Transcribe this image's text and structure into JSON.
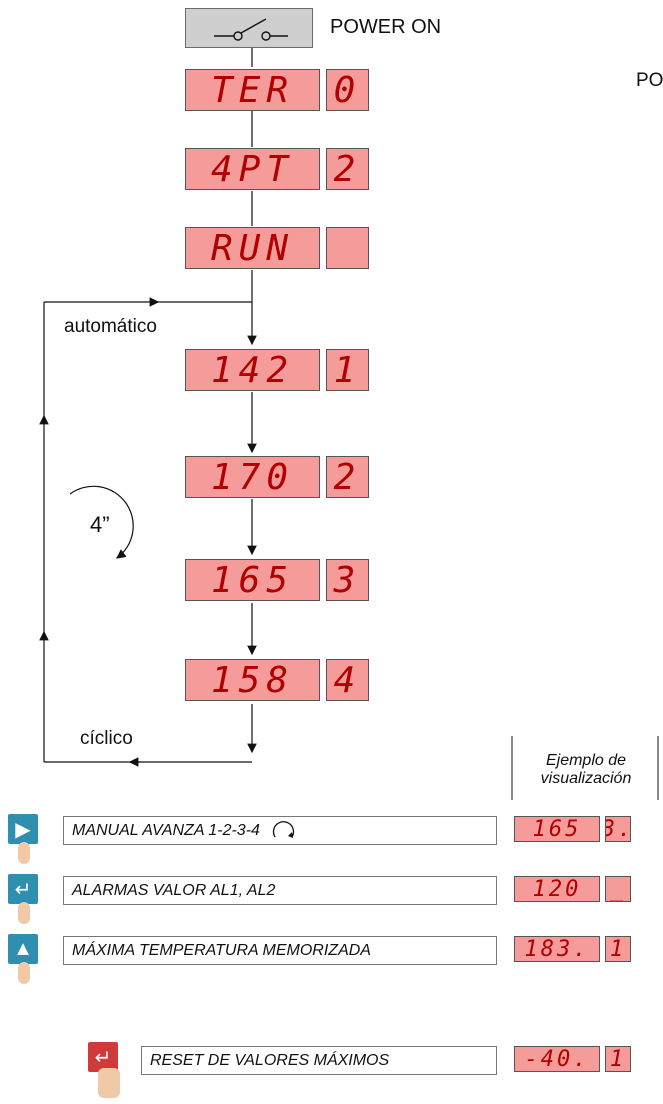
{
  "power": {
    "label": "POWER ON",
    "cut_label": "PO"
  },
  "displays": {
    "ter": {
      "main": "TER",
      "side": "0"
    },
    "ypt": {
      "main": "4PT",
      "side": "2"
    },
    "run": {
      "main": "RUN",
      "side": ""
    },
    "ch1": {
      "main": "142",
      "side": "1"
    },
    "ch2": {
      "main": "170",
      "side": "2"
    },
    "ch3": {
      "main": "165",
      "side": "3"
    },
    "ch4": {
      "main": "158",
      "side": "4"
    }
  },
  "flow": {
    "auto_label": "automático",
    "cyclic_label": "cíclico",
    "cycle_time": "4”"
  },
  "example": {
    "title_line1": "Ejemplo de",
    "title_line2": "visualización"
  },
  "actions": [
    {
      "label": "MANUAL AVANZA 1-2-3-4",
      "icon": "play-right-icon",
      "disp_main": "165",
      "disp_side": "3."
    },
    {
      "label": "ALARMAS VALOR AL1, AL2",
      "icon": "enter-icon",
      "disp_main": "120",
      "disp_side": "_"
    },
    {
      "label": "MÁXIMA TEMPERATURA MEMORIZADA",
      "icon": "up-triangle-icon",
      "disp_main": "183.",
      "disp_side": "1"
    },
    {
      "label": "RESET DE VALORES MÁXIMOS",
      "icon": "reset-enter-icon",
      "disp_main": "-40.",
      "disp_side": "1"
    }
  ],
  "colors": {
    "display_bg": "#f59c9a",
    "display_digits": "#b00000",
    "key_blue": "#2f8fb0",
    "key_red": "#d23a3a"
  }
}
